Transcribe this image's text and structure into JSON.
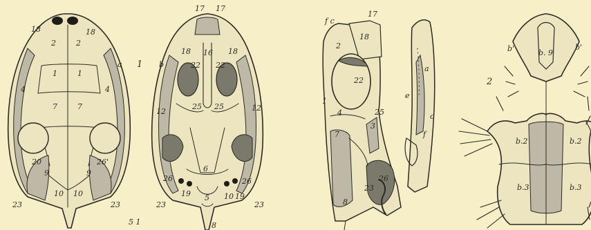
{
  "figure_labels": {
    "fig1": "1",
    "fig2": "2",
    "bottom_caption": "5 1"
  },
  "skull_dorsal": {
    "labels": {
      "l18a": "18",
      "l18b": "18",
      "l2a": "2",
      "l2b": "2",
      "la": "a",
      "l1a": "1",
      "l1b": "1",
      "l4a": "4",
      "l4b": "4",
      "l7a": "7",
      "l7b": "7",
      "l20": "20",
      "l26": "26'",
      "l9a": "9",
      "l9b": "9",
      "l10a": "10",
      "l10b": "10",
      "l23a": "23",
      "l23b": "23"
    }
  },
  "skull_ventral": {
    "labels": {
      "b": "b",
      "l17a": "17",
      "l17b": "17",
      "l18a": "18",
      "l18b": "18",
      "l16": "16",
      "l22a": "22",
      "l22b": "22",
      "l12a": "12",
      "l12b": "12",
      "l25a": "25",
      "l25b": "25",
      "l26a": "26",
      "l26b": "26",
      "l6": "6",
      "l5": "5",
      "l19a": "19",
      "l19b": "19",
      "l10": "10",
      "l23a": "23",
      "l23b": "23",
      "l8": "8"
    }
  },
  "skull_lateral": {
    "labels": {
      "fc": "f c",
      "l17": "17",
      "l18": "18",
      "l2": "2",
      "l22": "22",
      "l4": "4",
      "l1": "1",
      "l25": "25",
      "l3": "3",
      "l26": "26",
      "l7": "7",
      "l23": "23",
      "l8": "8",
      "la": "a",
      "le": "e",
      "lc": "c",
      "lf": "f"
    }
  },
  "plastron": {
    "labels": {
      "b1": "b'",
      "b1r": "b'",
      "b9": "b. 9",
      "b2l": "b.2",
      "b2r": "b.2",
      "b3l": "b.3",
      "b3r": "b.3"
    }
  }
}
